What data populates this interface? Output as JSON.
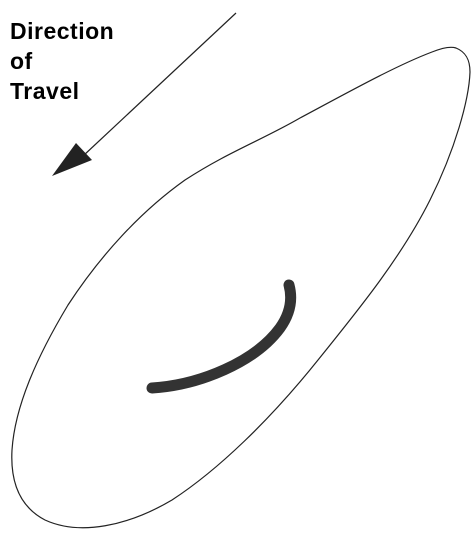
{
  "direction_label": {
    "line1": "Direction",
    "line2": "of",
    "line3": "Travel"
  },
  "colors": {
    "ink": "#222222",
    "mark": "#333333",
    "background": "#ffffff"
  }
}
